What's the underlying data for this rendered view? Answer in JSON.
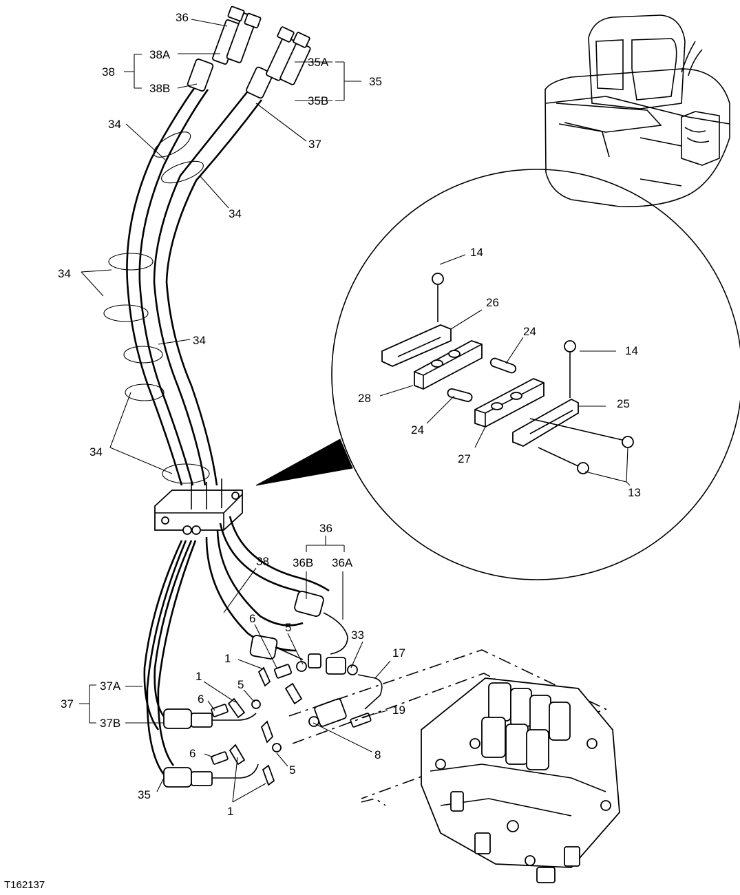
{
  "figure_code": "T162137",
  "callouts": {
    "c36_top": "36",
    "c38": "38",
    "c38A": "38A",
    "c38B": "38B",
    "c35A": "35A",
    "c35B": "35B",
    "c35": "35",
    "c37_top": "37",
    "c34_a": "34",
    "c34_b": "34",
    "c34_c": "34",
    "c34_d": "34",
    "c34_e": "34",
    "c14_a": "14",
    "c14_b": "14",
    "c26": "26",
    "c24_a": "24",
    "c24_b": "24",
    "c28": "28",
    "c25": "25",
    "c27": "27",
    "c13": "13",
    "c36_mid": "36",
    "c36B": "36B",
    "c36A": "36A",
    "c38_mid": "38",
    "c6_a": "6",
    "c5_a": "5",
    "c33": "33",
    "c17": "17",
    "c1_a": "1",
    "c1_b": "1",
    "c5_b": "5",
    "c6_b": "6",
    "c19": "19",
    "c37": "37",
    "c37A": "37A",
    "c37B": "37B",
    "c6_c": "6",
    "c8": "8",
    "c5_c": "5",
    "c35_bottom": "35",
    "c1_c": "1"
  }
}
